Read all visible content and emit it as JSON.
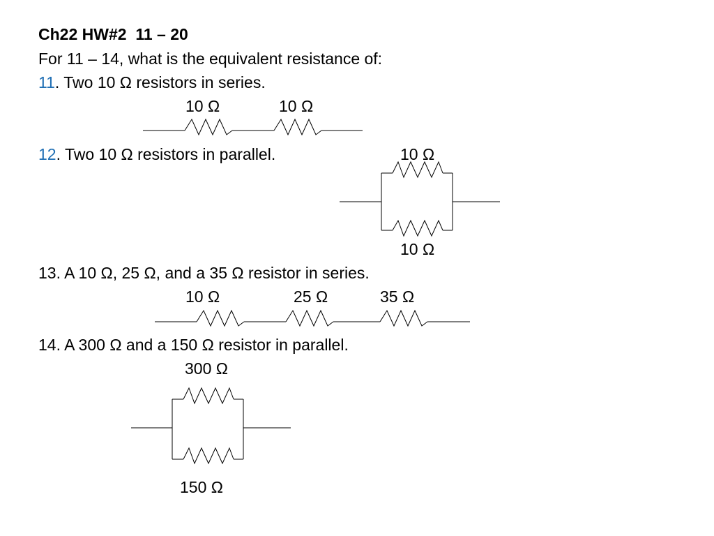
{
  "title": "Ch22 HW#2  11 – 20",
  "intro": "For 11 – 14, what is the equivalent resistance of:",
  "q11": {
    "number": "11",
    "text": ". Two 10 Ω resistors in series.",
    "labels": [
      "10 Ω",
      "10 Ω"
    ]
  },
  "q12": {
    "number": "12",
    "text": ". Two 10 Ω resistors in parallel.",
    "labels": [
      "10 Ω",
      "10 Ω"
    ]
  },
  "q13": {
    "text": "13. A 10 Ω, 25 Ω, and a 35 Ω resistor in series.",
    "labels": [
      "10 Ω",
      "25 Ω",
      "35 Ω"
    ]
  },
  "q14": {
    "text": "14. A 300 Ω and a 150 Ω resistor in parallel.",
    "labels": [
      "300 Ω",
      "150 Ω"
    ]
  },
  "colors": {
    "question_number": "#1f6fb4",
    "text": "#000000"
  }
}
